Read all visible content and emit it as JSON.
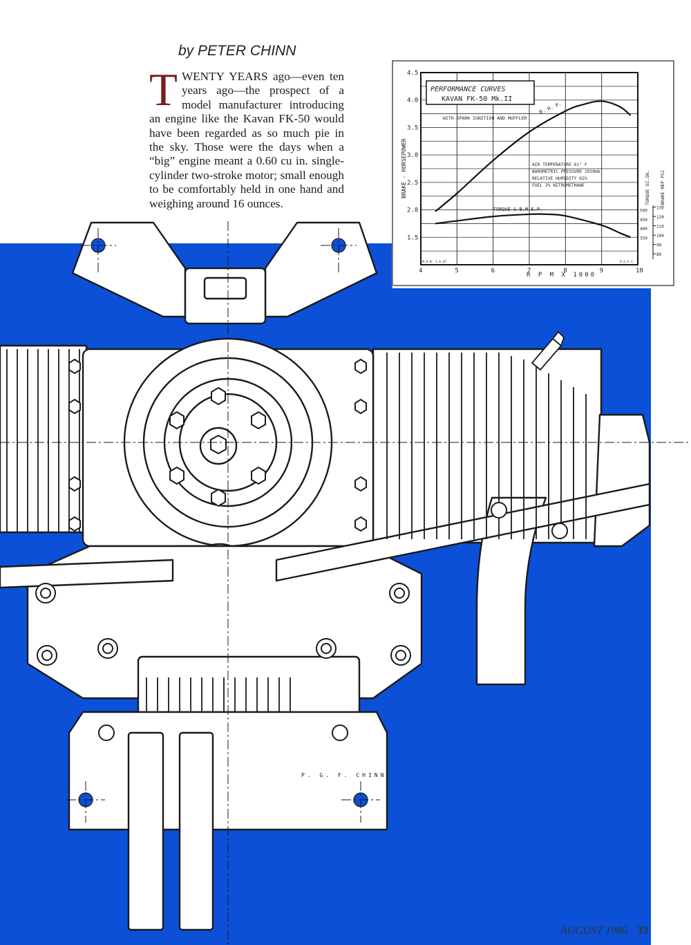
{
  "article": {
    "byline": "by PETER CHINN",
    "drop_cap": "T",
    "intro_text": "WENTY YEARS ago—even ten years ago—the prospect of a model manufacturer introducing an engine like the Kavan FK-50 would have been regarded as so much pie in the sky. Those were the days when a “big” engine meant a 0.60 cu in. single-cylinder two-stroke motor; small enough to be comfortably held in one hand and weighing around 16 ounces."
  },
  "drawing": {
    "subject": "Kavan FK-50 flat-twin engine front view",
    "signature": "P. G. F. CHINN",
    "background_color": "#0b50d6",
    "line_color": "#1a1a1a"
  },
  "footer": {
    "month": "AUGUST 1986",
    "page_number": "33"
  },
  "chart_data": {
    "type": "line",
    "title": "PERFORMANCE CURVES",
    "subtitle": "KAVAN FK-50 Mk.II",
    "note": "WITH SPARK IGNITION AND MUFFLER",
    "conditions": [
      "AIR TEMPERATURE  61° F",
      "BAROMETRIC PRESSURE  1020mb",
      "RELATIVE HUMIDITY  62%",
      "FUEL  2% NITROMETHANE"
    ],
    "xlabel": "R  P  M  X  1000",
    "ylabel": "BRAKE - HORSEPOWER",
    "ylabel_right_1": "TORQUE OZ.IN.",
    "ylabel_right_2": "BRAKE MEP PSI",
    "xlim": [
      4,
      10
    ],
    "ylim": [
      1.0,
      4.5
    ],
    "x_ticks": [
      "4",
      "5",
      "6",
      "7",
      "8",
      "9",
      "10"
    ],
    "y_ticks": [
      "1.5",
      "2.0",
      "2.5",
      "3.0",
      "3.5",
      "4.0",
      "4.5"
    ],
    "torque_ticks": [
      "350",
      "400",
      "450",
      "500"
    ],
    "bmep_ticks": [
      "80",
      "90",
      "100",
      "110",
      "120",
      "130"
    ],
    "small_text_left": "M.A.N. 1.6.87",
    "small_text_right": "P.G.F.C.",
    "series": [
      {
        "name": "B. H. P.",
        "x": [
          4.4,
          5.0,
          6.0,
          7.0,
          8.0,
          8.5,
          9.0,
          9.5,
          9.8
        ],
        "y": [
          1.97,
          2.3,
          2.9,
          3.42,
          3.8,
          3.92,
          3.98,
          3.88,
          3.72
        ]
      },
      {
        "name": "TORQUE & B.M.E.P.",
        "x": [
          4.4,
          5.0,
          6.0,
          7.0,
          7.5,
          8.0,
          9.0,
          9.5,
          9.8
        ],
        "y": [
          1.75,
          1.8,
          1.88,
          1.92,
          1.92,
          1.89,
          1.72,
          1.58,
          1.5
        ]
      }
    ]
  }
}
